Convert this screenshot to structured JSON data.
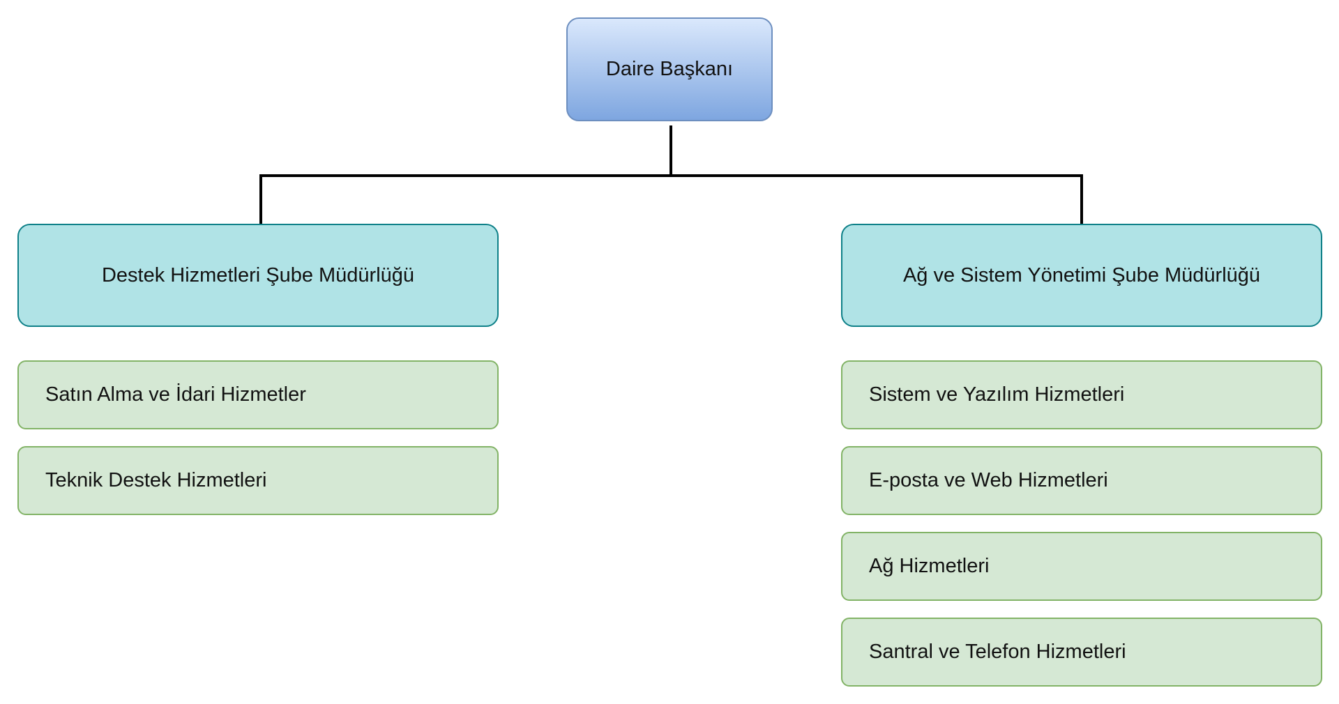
{
  "org_chart": {
    "head": {
      "label": "Daire Başkanı",
      "fill_top": "#dae8fc",
      "fill_bottom": "#7ea6e0",
      "border": "#6c8ebf"
    },
    "departments": [
      {
        "label": "Destek Hizmetleri Şube Müdürlüğü",
        "units": [
          "Satın Alma ve İdari Hizmetler",
          "Teknik Destek Hizmetleri"
        ]
      },
      {
        "label": "Ağ ve Sistem Yönetimi Şube Müdürlüğü",
        "units": [
          "Sistem ve Yazılım Hizmetleri",
          "E-posta ve Web Hizmetleri",
          "Ağ Hizmetleri",
          "Santral ve Telefon Hizmetleri"
        ]
      }
    ],
    "colors": {
      "department_fill": "#b0e3e6",
      "department_border": "#0e8088",
      "unit_fill": "#d5e8d4",
      "unit_border": "#82b366",
      "connector": "#000000"
    }
  }
}
